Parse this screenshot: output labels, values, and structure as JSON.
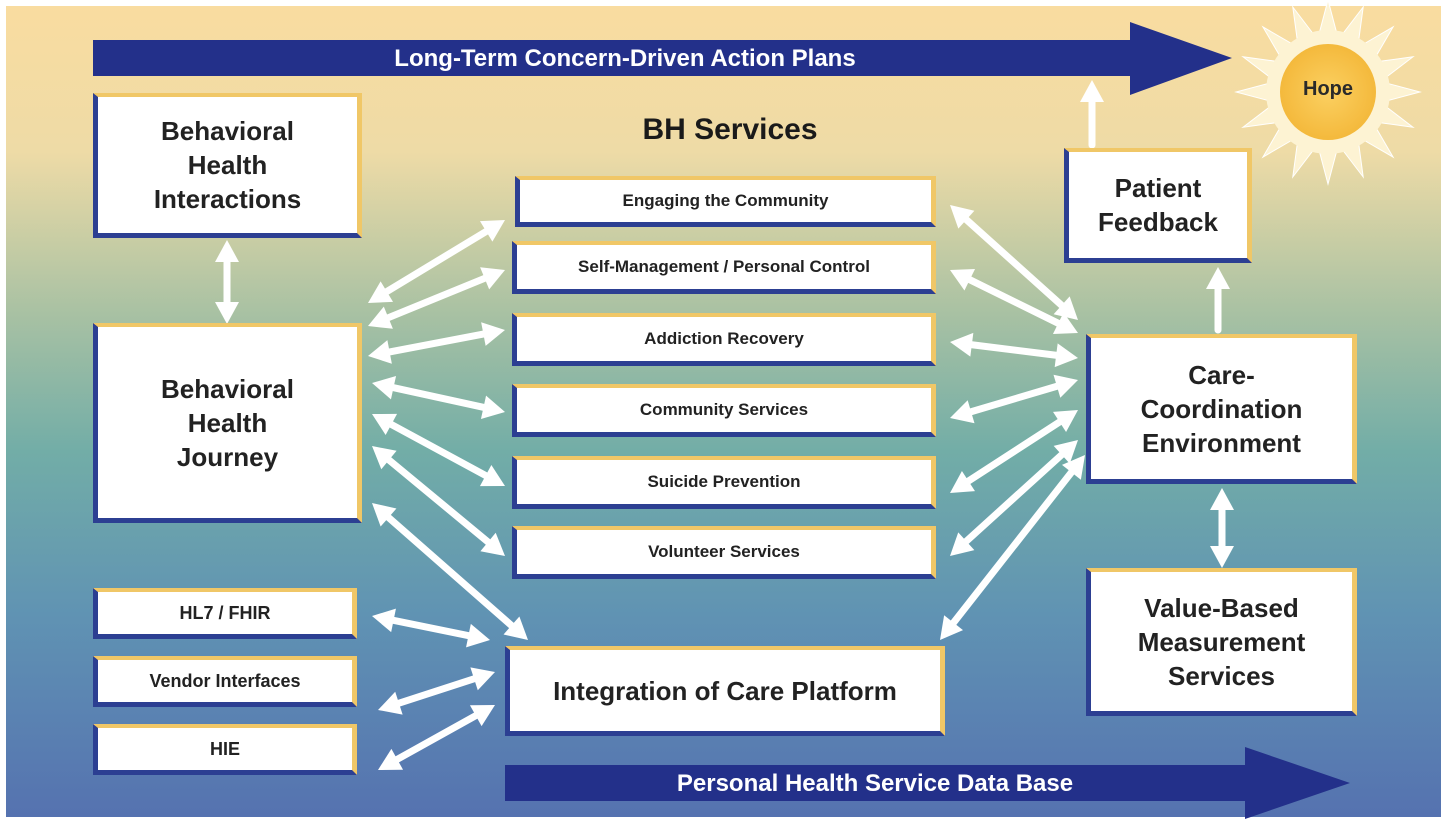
{
  "top_banner": "Long-Term Concern-Driven Action Plans",
  "bottom_banner": "Personal Health Service Data Base",
  "hope": "Hope",
  "bh_services_title": "BH Services",
  "left": {
    "interactions": "Behavioral Health Interactions",
    "journey": "Behavioral Health Journey",
    "hl7": "HL7 / FHIR",
    "vendor": "Vendor Interfaces",
    "hie": "HIE"
  },
  "services": [
    "Engaging the Community",
    "Self-Management / Personal Control",
    "Addiction Recovery",
    "Community Services",
    "Suicide Prevention",
    "Volunteer Services"
  ],
  "integration": "Integration of Care Platform",
  "right": {
    "feedback": "Patient Feedback",
    "care": "Care-Coordination Environment",
    "value": "Value-Based Measurement Services"
  },
  "colors": {
    "arrow_banner": "#23308a",
    "box_top_border": "#f0c767",
    "box_bottom_border": "#2c3f92",
    "sun": "#f7c350",
    "connector": "#ffffff"
  }
}
